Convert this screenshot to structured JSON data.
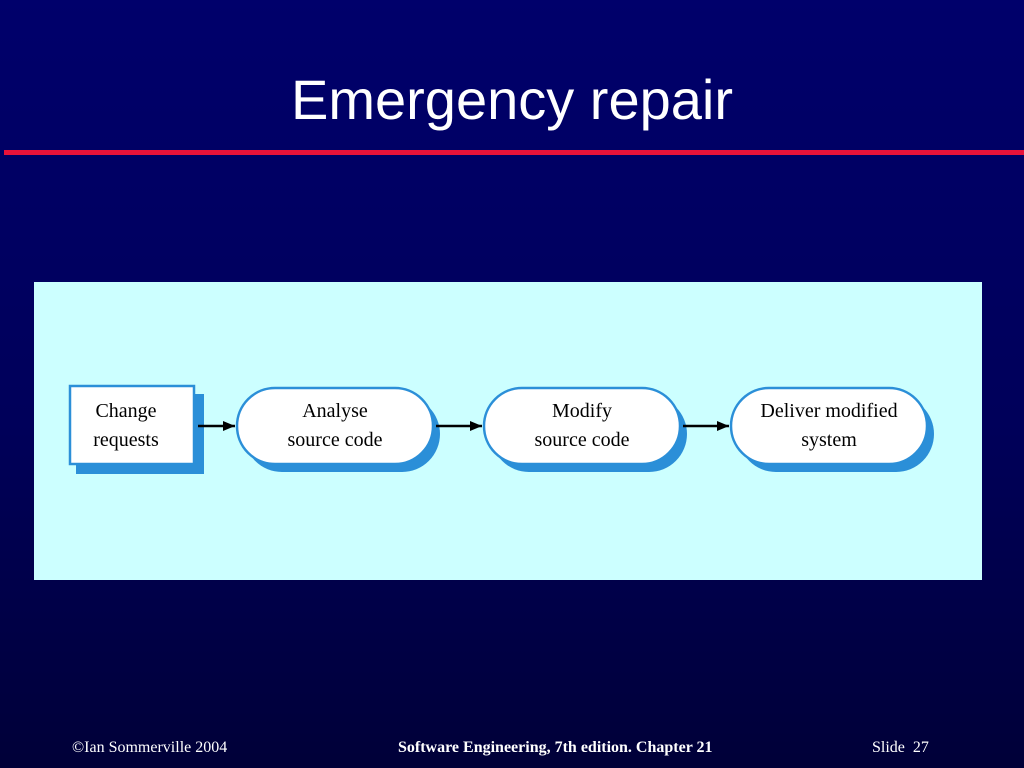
{
  "slide": {
    "title": "Emergency repair"
  },
  "diagram": {
    "nodes": [
      {
        "shape": "rectangle",
        "lines": [
          "Change",
          "requests"
        ]
      },
      {
        "shape": "rounded",
        "lines": [
          "Analyse",
          "source code"
        ]
      },
      {
        "shape": "rounded",
        "lines": [
          "Modify",
          "source code"
        ]
      },
      {
        "shape": "rounded",
        "lines": [
          "Deliver modified",
          "system"
        ]
      }
    ],
    "edges": [
      {
        "from": 0,
        "to": 1
      },
      {
        "from": 1,
        "to": 2
      },
      {
        "from": 2,
        "to": 3
      }
    ],
    "colors": {
      "panel": "#ccffff",
      "node_fill": "#ffffff",
      "node_border": "#2b8fd8",
      "node_shadow": "#2b8fd8",
      "arrow": "#000000"
    }
  },
  "footer": {
    "copyright": "©Ian Sommerville 2004",
    "book": "Software Engineering, 7th edition. Chapter 21",
    "slide_label": "Slide",
    "slide_number": "27"
  },
  "colors": {
    "background": "#00006b",
    "title_rule": "#e8123a",
    "text": "#ffffff"
  }
}
